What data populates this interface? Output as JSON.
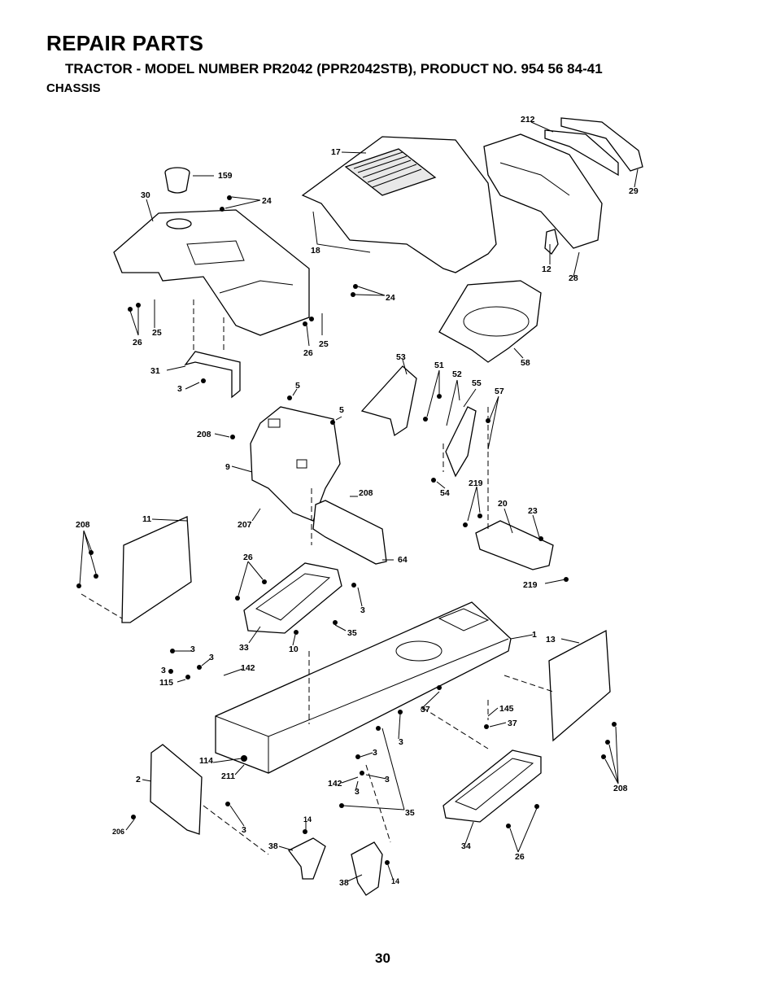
{
  "header": {
    "title": "REPAIR PARTS",
    "subtitle": "TRACTOR - MODEL NUMBER PR2042 (PPR2042STB), PRODUCT NO. 954 56 84-41",
    "section": "CHASSIS"
  },
  "page_number": "30",
  "callouts": [
    "212",
    "17",
    "159",
    "29",
    "30",
    "24",
    "18",
    "12",
    "28",
    "24",
    "26",
    "25",
    "26",
    "25",
    "58",
    "53",
    "31",
    "51",
    "52",
    "3",
    "5",
    "55",
    "57",
    "5",
    "208",
    "9",
    "54",
    "219",
    "208",
    "20",
    "23",
    "11",
    "208",
    "207",
    "64",
    "26",
    "219",
    "3",
    "35",
    "1",
    "13",
    "33",
    "10",
    "3",
    "3",
    "142",
    "3",
    "115",
    "37",
    "145",
    "37",
    "3",
    "114",
    "3",
    "211",
    "3",
    "2",
    "142",
    "3",
    "208",
    "35",
    "3",
    "206",
    "14",
    "38",
    "34",
    "26",
    "38",
    "14"
  ]
}
